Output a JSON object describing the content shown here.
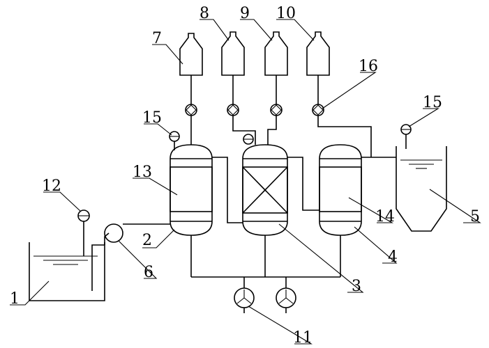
{
  "labels": {
    "l1": "1",
    "l2": "2",
    "l3": "3",
    "l4": "4",
    "l5": "5",
    "l6": "6",
    "l7": "7",
    "l8": "8",
    "l9": "9",
    "l10": "10",
    "l11": "11",
    "l12": "12",
    "l13": "13",
    "l14": "14",
    "l15a": "15",
    "l15b": "15",
    "l16": "16"
  }
}
